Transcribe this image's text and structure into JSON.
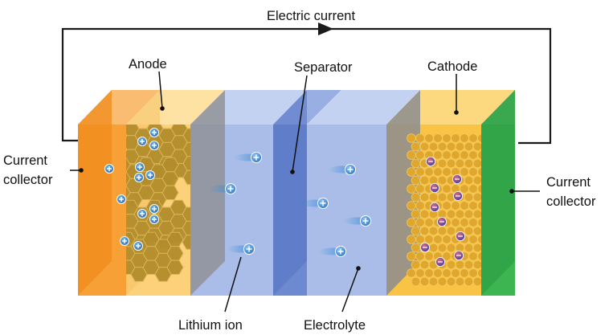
{
  "labels": {
    "electric_current": "Electric current",
    "anode": "Anode",
    "separator": "Separator",
    "cathode": "Cathode",
    "left_collector_line1": "Current",
    "left_collector_line2": "collector",
    "right_collector_line1": "Current",
    "right_collector_line2": "collector",
    "lithium_ion": "Lithium ion",
    "electrolyte": "Electrolyte"
  },
  "colors": {
    "left_collector": "#f7a035",
    "anode": "#fcd17a",
    "electrolyte": "#a9bde8",
    "separator": "#6d89cf",
    "cathode": "#f9c445",
    "right_collector": "#3db551",
    "ion": "#3f8ed8",
    "cathode_particle": "#e0a72e"
  }
}
